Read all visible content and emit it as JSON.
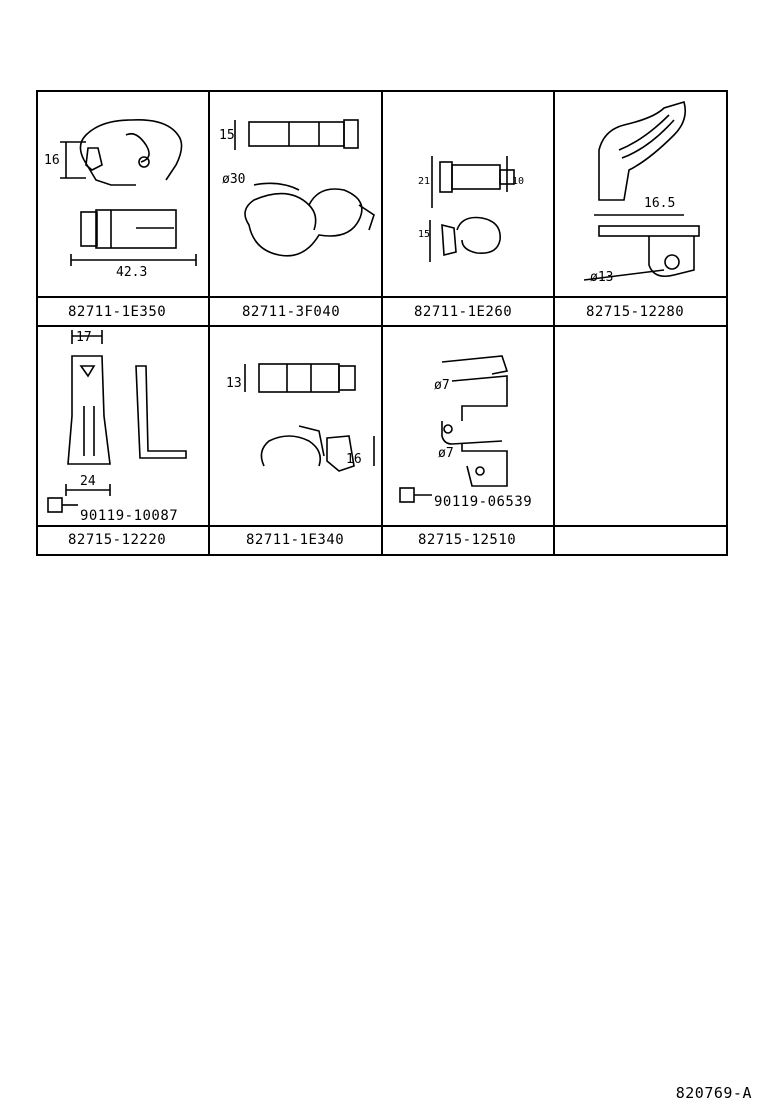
{
  "cells": [
    {
      "part": "82711-1E350",
      "dims": {
        "a": "16",
        "b": "42.3"
      }
    },
    {
      "part": "82711-3F040",
      "dims": {
        "a": "15",
        "b": "ø30"
      }
    },
    {
      "part": "82711-1E260",
      "dims": {
        "a": "21",
        "b": "10",
        "c": "15"
      }
    },
    {
      "part": "82715-12280",
      "dims": {
        "a": "16.5",
        "b": "ø13"
      }
    },
    {
      "part": "82715-12220",
      "dims": {
        "a": "17",
        "b": "24",
        "bolt": "90119-10087"
      }
    },
    {
      "part": "82711-1E340",
      "dims": {
        "a": "13",
        "b": "16"
      }
    },
    {
      "part": "82715-12510",
      "dims": {
        "a": "ø7",
        "b": "ø7",
        "bolt": "90119-06539"
      }
    },
    {
      "part": "",
      "dims": {}
    }
  ],
  "reference": "820769-A"
}
